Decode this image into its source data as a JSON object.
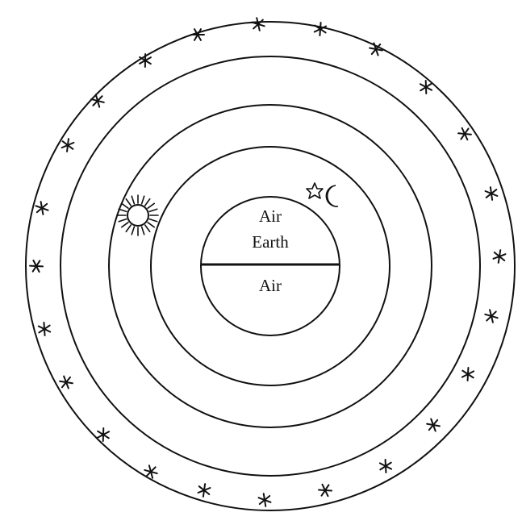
{
  "labels": {
    "upper_air": "Air",
    "earth": "Earth",
    "lower_air": "Air"
  },
  "colors": {
    "ink": "#111111",
    "paper": "#ffffff"
  },
  "icons": [
    "sun-icon",
    "moon-icon",
    "star-icon",
    "fixed-star-icon"
  ]
}
